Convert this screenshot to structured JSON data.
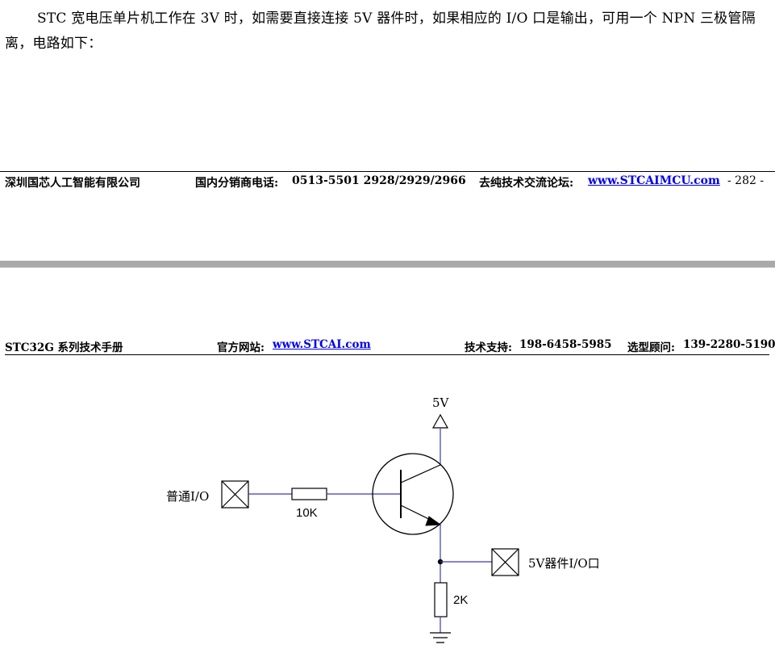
{
  "intro_text": "STC 宽电压单片机工作在 3V 时，如需要直接连接 5V 器件时，如果相应的 I/O 口是输出，可用一个 NPN 三极管隔离，电路如下：",
  "footer": {
    "company": "深圳国芯人工智能有限公司",
    "distributor_label": "国内分销商电话:",
    "distributor_phone": "0513-5501 2928/2929/2966",
    "forum_label": "去纯技术交流论坛:",
    "forum_url": "www.STCAIMCU.com",
    "page_number": "- 282 -"
  },
  "header": {
    "manual_title": "STC32G 系列技术手册",
    "website_label": "官方网站:",
    "website_url": "www.STCAI.com",
    "support_label": "技术支持:",
    "support_phone": "198-6458-5985",
    "sales_label": "选型顾问:",
    "sales_phone": "139-2280-5190"
  },
  "circuit": {
    "supply_label": "5V",
    "input_label": "普通I/O",
    "output_label": "5V器件I/O口",
    "base_resistor": "10K",
    "pulldown_resistor": "2K"
  },
  "colors": {
    "wire": "#3a3ab8",
    "component": "#000000",
    "link": "#0000ee",
    "page_break": "#a9a9a9"
  }
}
